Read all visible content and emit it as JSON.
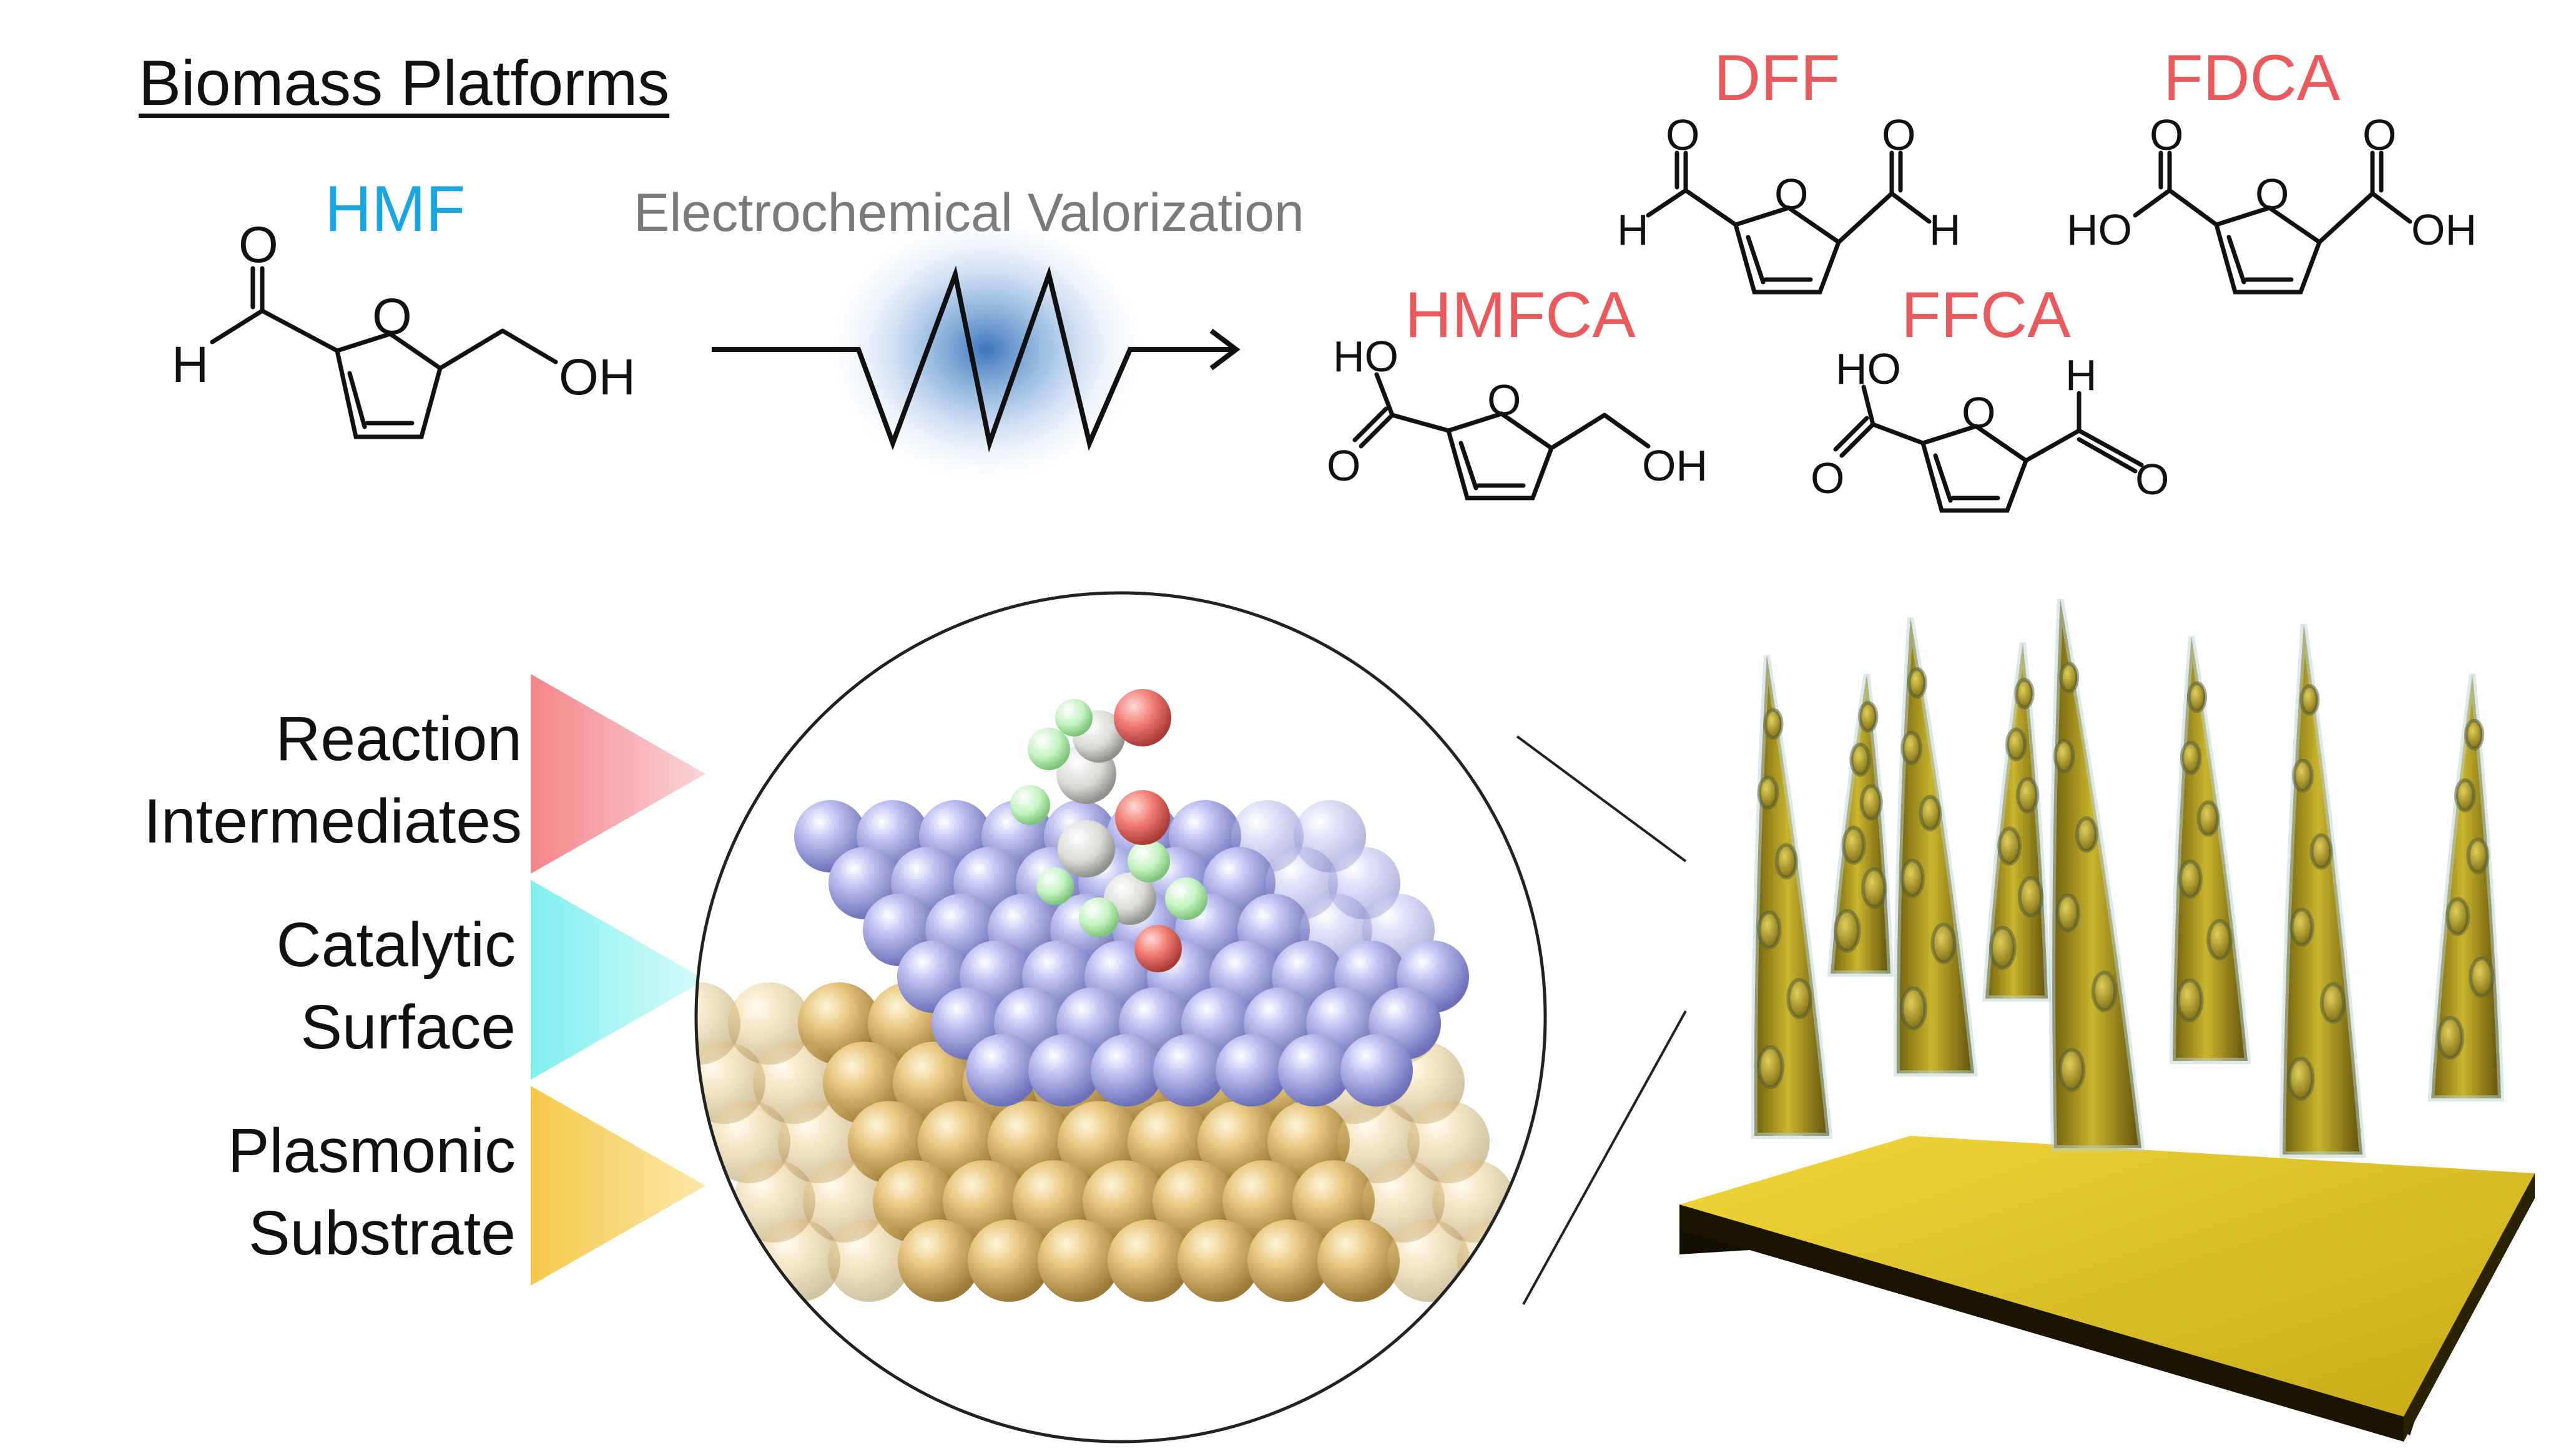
{
  "header": {
    "title": "Biomass Platforms",
    "process_label": "Electrochemical Valorization"
  },
  "reactant": {
    "name": "HMF",
    "atoms": {
      "h": "H",
      "o_top": "O",
      "o_ring": "O",
      "oh": "OH"
    }
  },
  "products": {
    "dff": {
      "name": "DFF",
      "atoms": [
        "O",
        "O",
        "H",
        "O",
        "H"
      ]
    },
    "fdca": {
      "name": "FDCA",
      "atoms": [
        "O",
        "O",
        "HO",
        "O",
        "OH"
      ]
    },
    "hmfca": {
      "name": "HMFCA",
      "atoms": [
        "HO",
        "O",
        "O",
        "OH"
      ]
    },
    "ffca": {
      "name": "FFCA",
      "atoms": [
        "HO",
        "O",
        "H",
        "O",
        "O"
      ]
    }
  },
  "layers": [
    {
      "line1": "Reaction",
      "line2": "Intermediates"
    },
    {
      "line1": "Catalytic",
      "line2": "Surface"
    },
    {
      "line1": "Plasmonic",
      "line2": "Substrate"
    }
  ],
  "colors": {
    "reactant_label": "#1aa6e0",
    "product_label": "#ea5a5c",
    "process_label": "#7a7a7a",
    "intermediates": "#f4858a",
    "surface": "#7ff0ee",
    "substrate": "#f6c84a",
    "catalyst_atoms": "#9fa3e6",
    "gold_atoms": "#d8b463",
    "nanostructure": "#a8951a"
  }
}
